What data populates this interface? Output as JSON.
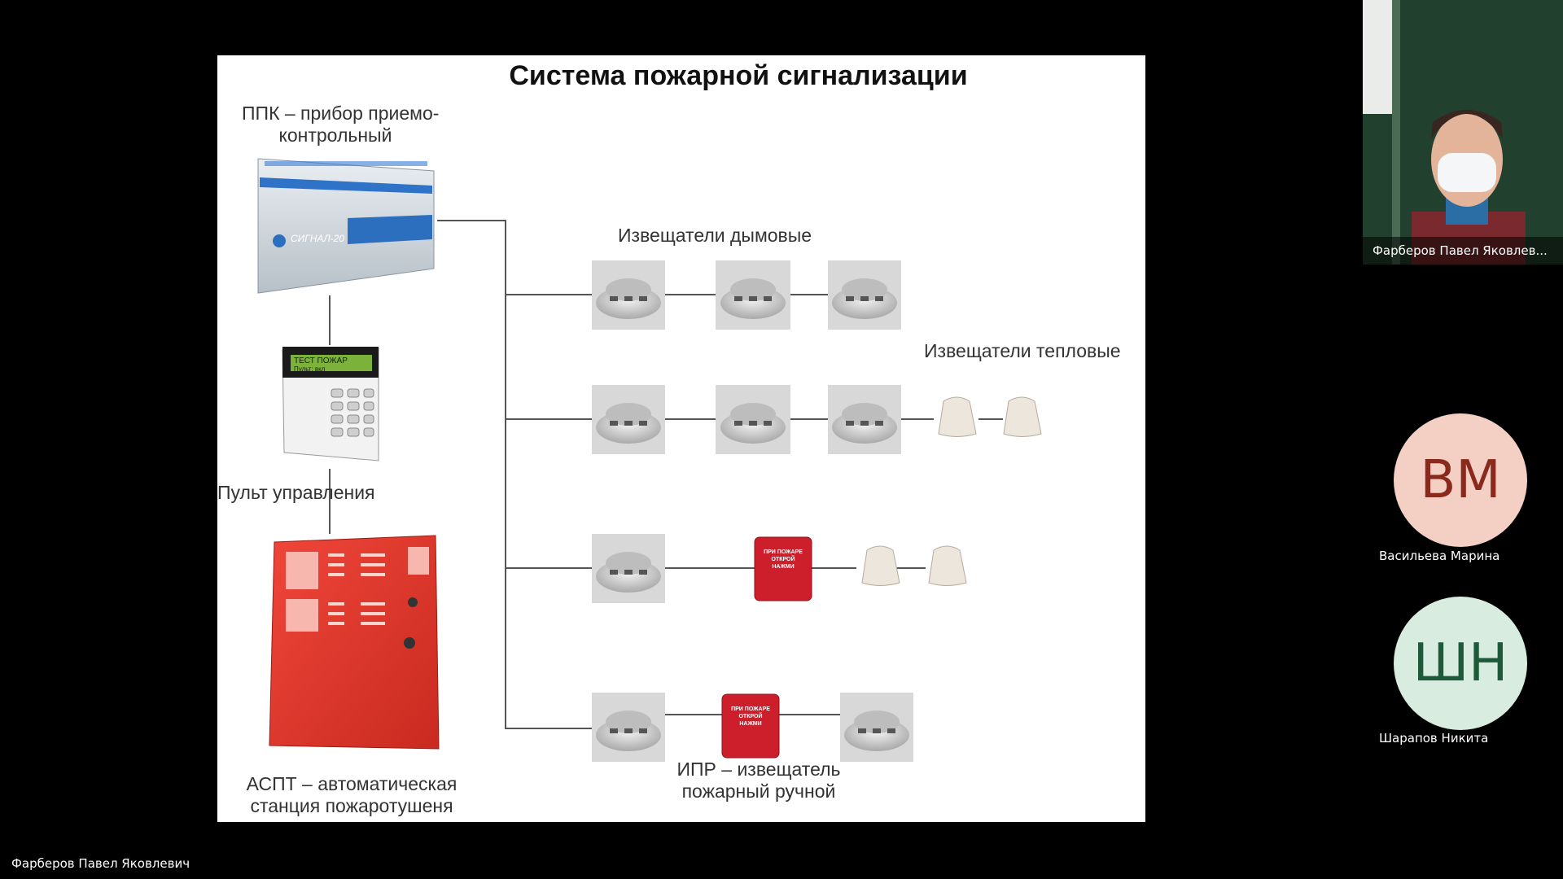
{
  "slide": {
    "title": "Система пожарной сигнализации",
    "ppk_label_line1": "ППК – прибор приемо-",
    "ppk_label_line2": "контрольный",
    "ppk_device_text": "СИГНАЛ-20",
    "console_label": "Пульт управления",
    "console_screen_line1": "ТЕСТ ПОЖАР",
    "console_screen_line2": "Пульт: вкл",
    "aspt_label_line1": "АСПТ – автоматическая",
    "aspt_label_line2": "станция пожаротушеня",
    "smoke_label": "Извещатели дымовые",
    "heat_label": "Извещатели тепловые",
    "ipr_label_line1": "ИПР – извещатель",
    "ipr_label_line2": "пожарный ручной",
    "ipr_device_text_1": "ПРИ ПОЖАРЕ",
    "ipr_device_text_2": "ОТКРОЙ",
    "ipr_device_text_3": "НАЖМИ"
  },
  "participants": {
    "video_tile_name": "Фарберов Павел Яковлев...",
    "p1": {
      "initials": "ВМ",
      "name": "Васильева Марина"
    },
    "p2": {
      "initials": "ШН",
      "name": "Шарапов Никита"
    }
  },
  "presenter_name": "Фарберов Павел Яковлевич",
  "colors": {
    "background": "#000000",
    "slide": "#ffffff",
    "aspt_red": "#e23a2a",
    "ipr_red": "#cc1f2b"
  }
}
